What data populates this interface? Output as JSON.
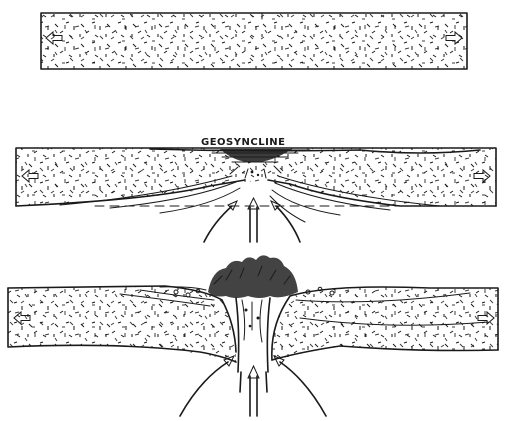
{
  "labels": {
    "geosyncline": "GEOSYNCLINE"
  },
  "stages": [
    {
      "name": "stage-1-continental-crust-under-tension"
    },
    {
      "name": "stage-2-geosyncline-formation"
    },
    {
      "name": "stage-3-rifting-and-upwelling"
    }
  ],
  "icons": {
    "extension_arrow": "double-outline-arrow",
    "upwelling_arrow": "double-line-arrow"
  },
  "colors": {
    "ink": "#1a1a1a",
    "paper": "#ffffff"
  }
}
